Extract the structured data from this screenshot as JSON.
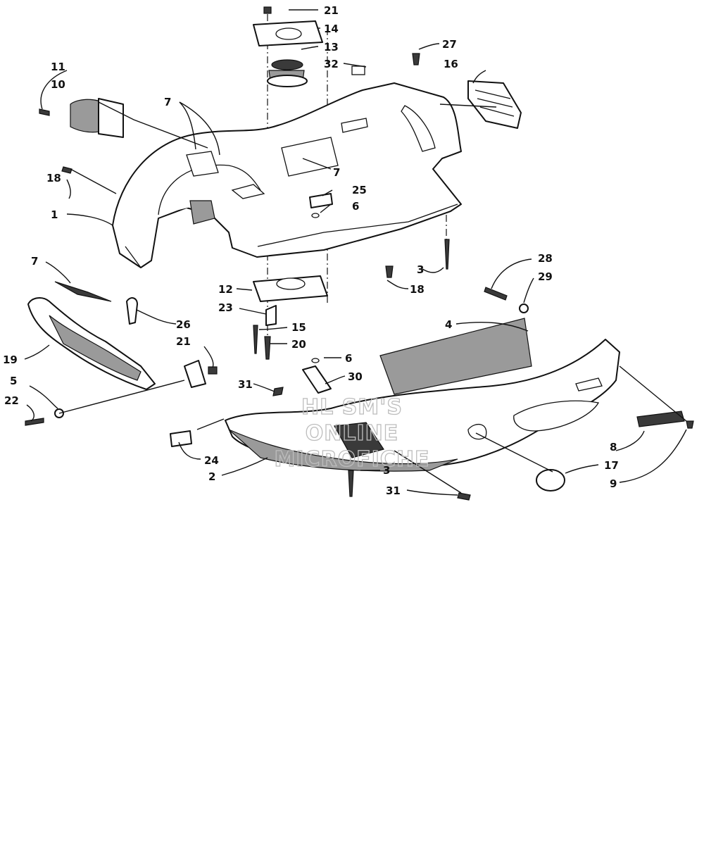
{
  "watermark": {
    "line1": "HL SM'S",
    "line2": "ONLINE",
    "line3": "MICROFICHE"
  },
  "callouts": [
    {
      "id": "c21a",
      "text": "21"
    },
    {
      "id": "c14",
      "text": "14"
    },
    {
      "id": "c13",
      "text": "13"
    },
    {
      "id": "c27",
      "text": "27"
    },
    {
      "id": "c32",
      "text": "32"
    },
    {
      "id": "c16",
      "text": "16"
    },
    {
      "id": "c11",
      "text": "11"
    },
    {
      "id": "c10",
      "text": "10"
    },
    {
      "id": "c7a",
      "text": "7"
    },
    {
      "id": "c7b",
      "text": "7"
    },
    {
      "id": "c18a",
      "text": "18"
    },
    {
      "id": "c25",
      "text": "25"
    },
    {
      "id": "c6a",
      "text": "6"
    },
    {
      "id": "c1",
      "text": "1"
    },
    {
      "id": "c7c",
      "text": "7"
    },
    {
      "id": "c3a",
      "text": "3"
    },
    {
      "id": "c18b",
      "text": "18"
    },
    {
      "id": "c28",
      "text": "28"
    },
    {
      "id": "c29",
      "text": "29"
    },
    {
      "id": "c12",
      "text": "12"
    },
    {
      "id": "c23",
      "text": "23"
    },
    {
      "id": "c26",
      "text": "26"
    },
    {
      "id": "c15",
      "text": "15"
    },
    {
      "id": "c4",
      "text": "4"
    },
    {
      "id": "c21b",
      "text": "21"
    },
    {
      "id": "c20",
      "text": "20"
    },
    {
      "id": "c6b",
      "text": "6"
    },
    {
      "id": "c19",
      "text": "19"
    },
    {
      "id": "c30",
      "text": "30"
    },
    {
      "id": "c5",
      "text": "5"
    },
    {
      "id": "c31a",
      "text": "31"
    },
    {
      "id": "c22",
      "text": "22"
    },
    {
      "id": "c24",
      "text": "24"
    },
    {
      "id": "c2",
      "text": "2"
    },
    {
      "id": "c3b",
      "text": "3"
    },
    {
      "id": "c8",
      "text": "8"
    },
    {
      "id": "c17",
      "text": "17"
    },
    {
      "id": "c31b",
      "text": "31"
    },
    {
      "id": "c9",
      "text": "9"
    }
  ]
}
